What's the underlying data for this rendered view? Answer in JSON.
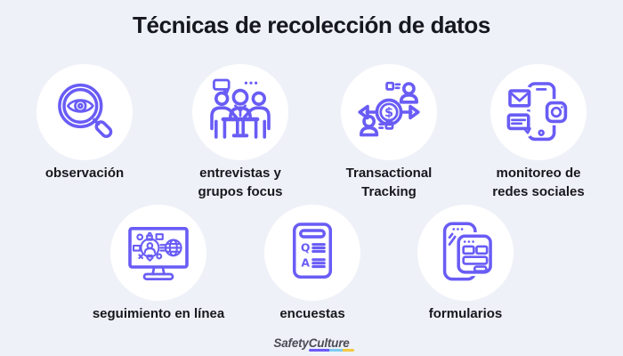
{
  "page": {
    "title": "Técnicas de recolección de datos",
    "background_color": "#eff1f8",
    "accent_color": "#695cf5",
    "title_color": "#15181f",
    "label_color": "#17181d"
  },
  "items": [
    {
      "name": "observacion",
      "icon": "magnifier-eye-icon",
      "label_line1": "observación",
      "label_line2": ""
    },
    {
      "name": "entrevistas-grupos-focus",
      "icon": "focus-group-icon",
      "label_line1": "entrevistas y",
      "label_line2": "grupos focus"
    },
    {
      "name": "transactional-tracking",
      "icon": "transaction-arrows-icon",
      "label_line1": "Transactional",
      "label_line2": "Tracking"
    },
    {
      "name": "monitoreo-redes-sociales",
      "icon": "phone-social-icon",
      "label_line1": "monitoreo de",
      "label_line2": "redes sociales"
    },
    {
      "name": "seguimiento-en-linea",
      "icon": "monitor-network-icon",
      "label_line1": "seguimiento en línea",
      "label_line2": ""
    },
    {
      "name": "encuestas",
      "icon": "qa-survey-icon",
      "label_line1": "encuestas",
      "label_line2": ""
    },
    {
      "name": "formularios",
      "icon": "phone-form-icon",
      "label_line1": "formularios",
      "label_line2": ""
    }
  ],
  "icon_glyphs": {
    "dollar": "$",
    "q": "Q",
    "a": "A"
  },
  "footer": {
    "brand_first": "Safety",
    "brand_second": "Culture",
    "text_color": "#4b4c55",
    "underline_colors": [
      "#6a5af5",
      "#7ecbf4",
      "#f3c93f"
    ]
  }
}
